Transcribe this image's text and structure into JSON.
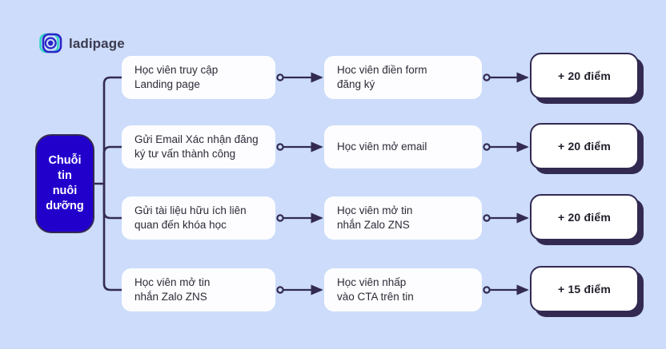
{
  "brand": {
    "name": "ladipage",
    "logo_icon": "ladipage-logo-icon",
    "logo_colors": {
      "outer": "#35d6c8",
      "inner": "#2a25c9"
    }
  },
  "theme": {
    "background": "#ccdcfa",
    "source_node_fill": "#2200cc",
    "outline": "#332a52",
    "card_fill": "#fdfdff",
    "text": "#2b2b38",
    "points_text": "#1f1f2b"
  },
  "source_node": {
    "label": "Chuỗi\ntin\nnuôi\ndưỡng"
  },
  "rows": [
    {
      "trigger": "Học viên truy cập\nLanding page",
      "action": "Hoc viên điền form\nđăng ký",
      "points": "+ 20 điểm"
    },
    {
      "trigger": "Gửi Email Xác nhận đăng\nký tư vấn thành công",
      "action": "Học viên mở email",
      "points": "+ 20 điểm"
    },
    {
      "trigger": "Gửi tài liệu hữu ích liên\nquan đến khóa học",
      "action": "Học viên mở tin\nnhắn Zalo ZNS",
      "points": "+ 20 điểm"
    },
    {
      "trigger": "Học viên mở tin\nnhắn Zalo ZNS",
      "action": "Học viên nhấp\nvào CTA trên tin",
      "points": "+ 15 điểm"
    }
  ]
}
